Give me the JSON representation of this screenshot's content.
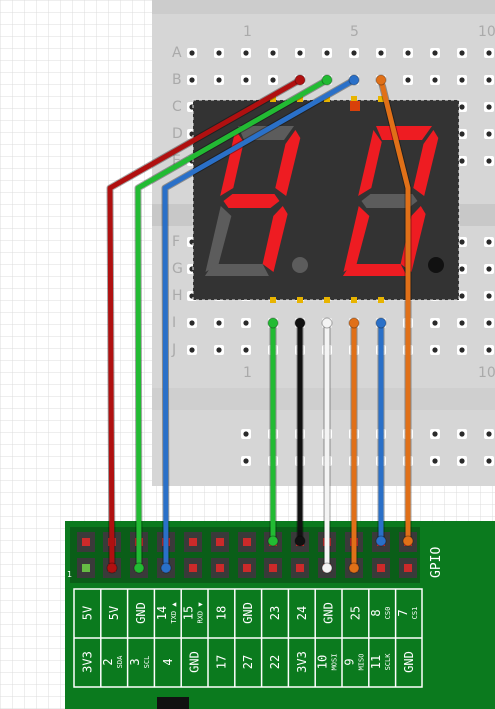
{
  "breadboard": {
    "top_row_letters": [
      "A",
      "B",
      "C",
      "D",
      "E"
    ],
    "bottom_row_letters": [
      "F",
      "G",
      "H",
      "I",
      "J"
    ],
    "col_label_1": "1",
    "col_label_5": "5",
    "col_label_10_top": "10",
    "col_label_10_bottom": "10"
  },
  "display": {
    "digit_left": "4",
    "digit_right": "0"
  },
  "header": {
    "gpio_label": "GPIO",
    "pin1_marker": "1",
    "top_row": [
      {
        "main": "5V",
        "sub": ""
      },
      {
        "main": "5V",
        "sub": ""
      },
      {
        "main": "GND",
        "sub": ""
      },
      {
        "main": "14",
        "sub": "TXD ▲"
      },
      {
        "main": "15",
        "sub": "RXD ▼"
      },
      {
        "main": "18",
        "sub": ""
      },
      {
        "main": "GND",
        "sub": ""
      },
      {
        "main": "23",
        "sub": ""
      },
      {
        "main": "24",
        "sub": ""
      },
      {
        "main": "GND",
        "sub": ""
      },
      {
        "main": "25",
        "sub": ""
      },
      {
        "main": "8",
        "sub": "CS0"
      },
      {
        "main": "7",
        "sub": "CS1"
      }
    ],
    "bottom_row": [
      {
        "main": "3V3",
        "sub": ""
      },
      {
        "main": "2",
        "sub": "SDA"
      },
      {
        "main": "3",
        "sub": "SCL"
      },
      {
        "main": "4",
        "sub": ""
      },
      {
        "main": "GND",
        "sub": ""
      },
      {
        "main": "17",
        "sub": ""
      },
      {
        "main": "27",
        "sub": ""
      },
      {
        "main": "22",
        "sub": ""
      },
      {
        "main": "3V3",
        "sub": ""
      },
      {
        "main": "10",
        "sub": "MOSI"
      },
      {
        "main": "9",
        "sub": "MISO"
      },
      {
        "main": "11",
        "sub": "SCLK"
      },
      {
        "main": "GND",
        "sub": ""
      }
    ]
  },
  "colors": {
    "red_wire": "#b01010",
    "green_wire": "#22bb33",
    "blue_wire": "#2a70c8",
    "orange_wire": "#e07018",
    "black_wire": "#111111",
    "white_wire": "#f4f4f4",
    "pcb": "#0b7a1e",
    "segment_on": "#ee1c22",
    "segment_off": "#5c5c5c"
  }
}
